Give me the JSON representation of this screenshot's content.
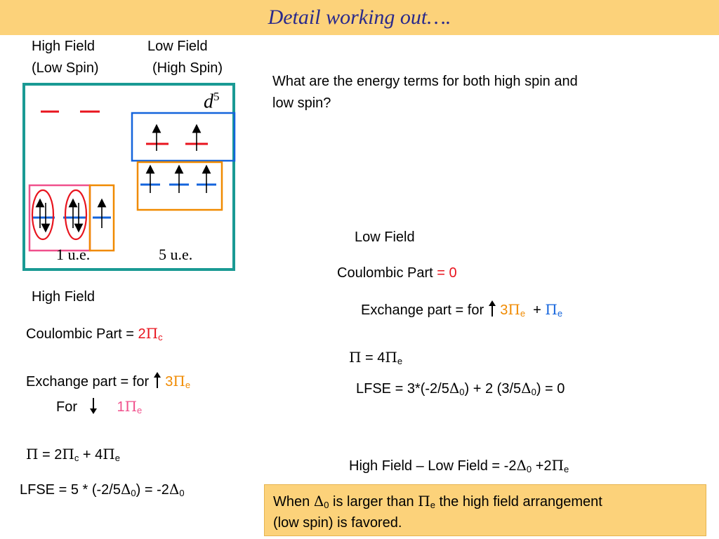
{
  "slide": {
    "title": "Detail working out…."
  },
  "labels": {
    "high_field_1": "High Field",
    "high_field_2": "(Low Spin)",
    "low_field_1": "Low Field",
    "low_field_2": "(High Spin)"
  },
  "diagram": {
    "d_letter": "d",
    "d_exp": "5",
    "ue_left": "1 u.e.",
    "ue_right": "5 u.e."
  },
  "question": {
    "line1": "What are the energy terms for both high spin and",
    "line2": "low spin?"
  },
  "high_field": {
    "heading": "High Field",
    "coulombic_prefix": "Coulombic Part = ",
    "coulombic_value": "2",
    "exchange_prefix": "Exchange part = for",
    "exchange_value": "3",
    "for_label": "For",
    "for_value": "1",
    "pi_eq_prefix": " = 2",
    "pi_eq_mid": " + 4",
    "lfse_text": "LFSE = 5 * (-2/5",
    "lfse_mid": ") = -2"
  },
  "low_field": {
    "heading": "Low Field",
    "coulombic_prefix": "Coulombic Part ",
    "coulombic_value": "= 0",
    "exchange_prefix": "Exchange part = for",
    "exchange_value": "3",
    "exchange_plus": "+",
    "pi_eq_prefix": " = 4",
    "lfse_a": "LFSE = 3*(-2/5",
    "lfse_b": ") + 2 (3/5",
    "lfse_c": ") = 0"
  },
  "comparison": {
    "text_a": "High Field – Low Field = -2",
    "text_b": " +2"
  },
  "conclusion": {
    "text_a": "When ",
    "text_b": " is larger than ",
    "text_c": " the high field arrangement",
    "line2": "(low spin) is favored."
  },
  "symbols": {
    "pi": "Π",
    "delta": "Δ",
    "sub_c": "c",
    "sub_e": "e",
    "sub_0": "0"
  },
  "colors": {
    "title_blue": "#2a2a8c",
    "frame_teal": "#1a9a94",
    "red": "#e8141e",
    "blue": "#1464dc",
    "orange": "#f08a00",
    "pink": "#f0508c",
    "highlight_bg": "#fcd27a"
  }
}
